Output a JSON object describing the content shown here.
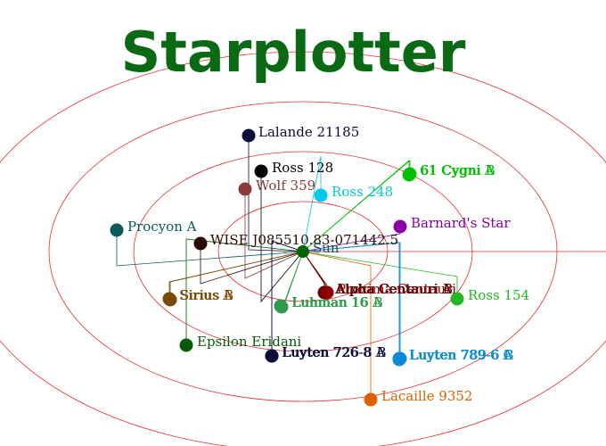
{
  "title": "Starplotter",
  "center_label": "Sun",
  "colors": {
    "title": "#0a6a14",
    "rings": "#e53030",
    "axis": "#e53030",
    "sun": "#006400"
  },
  "stars": [
    {
      "name": "Lalande 21185",
      "color": "#0b0b3a"
    },
    {
      "name": "Ross 128",
      "color": "#000000"
    },
    {
      "name": "Wolf 359",
      "color": "#8b3a3a"
    },
    {
      "name": "Ross 248",
      "color": "#00c8e6"
    },
    {
      "name": "61 Cygni A",
      "color": "#00c000"
    },
    {
      "name": "61 Cygni B",
      "color": "#00c000"
    },
    {
      "name": "Barnard's Star",
      "color": "#8b00a8"
    },
    {
      "name": "Procyon A",
      "color": "#0a5a5a"
    },
    {
      "name": "WISE J085510.83-071442.5",
      "color": "#2a0a00"
    },
    {
      "name": "Sirius A",
      "color": "#7a4a00"
    },
    {
      "name": "Sirius B",
      "color": "#7a4a00"
    },
    {
      "name": "Alpha Centauri A",
      "color": "#5a0000"
    },
    {
      "name": "Alpha Centauri B",
      "color": "#5a0000"
    },
    {
      "name": "Proxima Centauri",
      "color": "#8b0000"
    },
    {
      "name": "Ross 154",
      "color": "#22b822"
    },
    {
      "name": "Luhman 16 A",
      "color": "#2e9a4a"
    },
    {
      "name": "Luhman 16 B",
      "color": "#2e9a4a"
    },
    {
      "name": "Epsilon Eridani",
      "color": "#0a5a0a"
    },
    {
      "name": "Luyten 726-8 A",
      "color": "#0b0b3a"
    },
    {
      "name": "Luyten 726-8 B",
      "color": "#0b0b3a"
    },
    {
      "name": "Luyten 789-6 A",
      "color": "#0a8ad8"
    },
    {
      "name": "Luyten 789-6 B",
      "color": "#0a8ad8"
    },
    {
      "name": "Luyten 789-6 C",
      "color": "#0a8ad8"
    },
    {
      "name": "Lacaille 9352",
      "color": "#e06000"
    }
  ]
}
